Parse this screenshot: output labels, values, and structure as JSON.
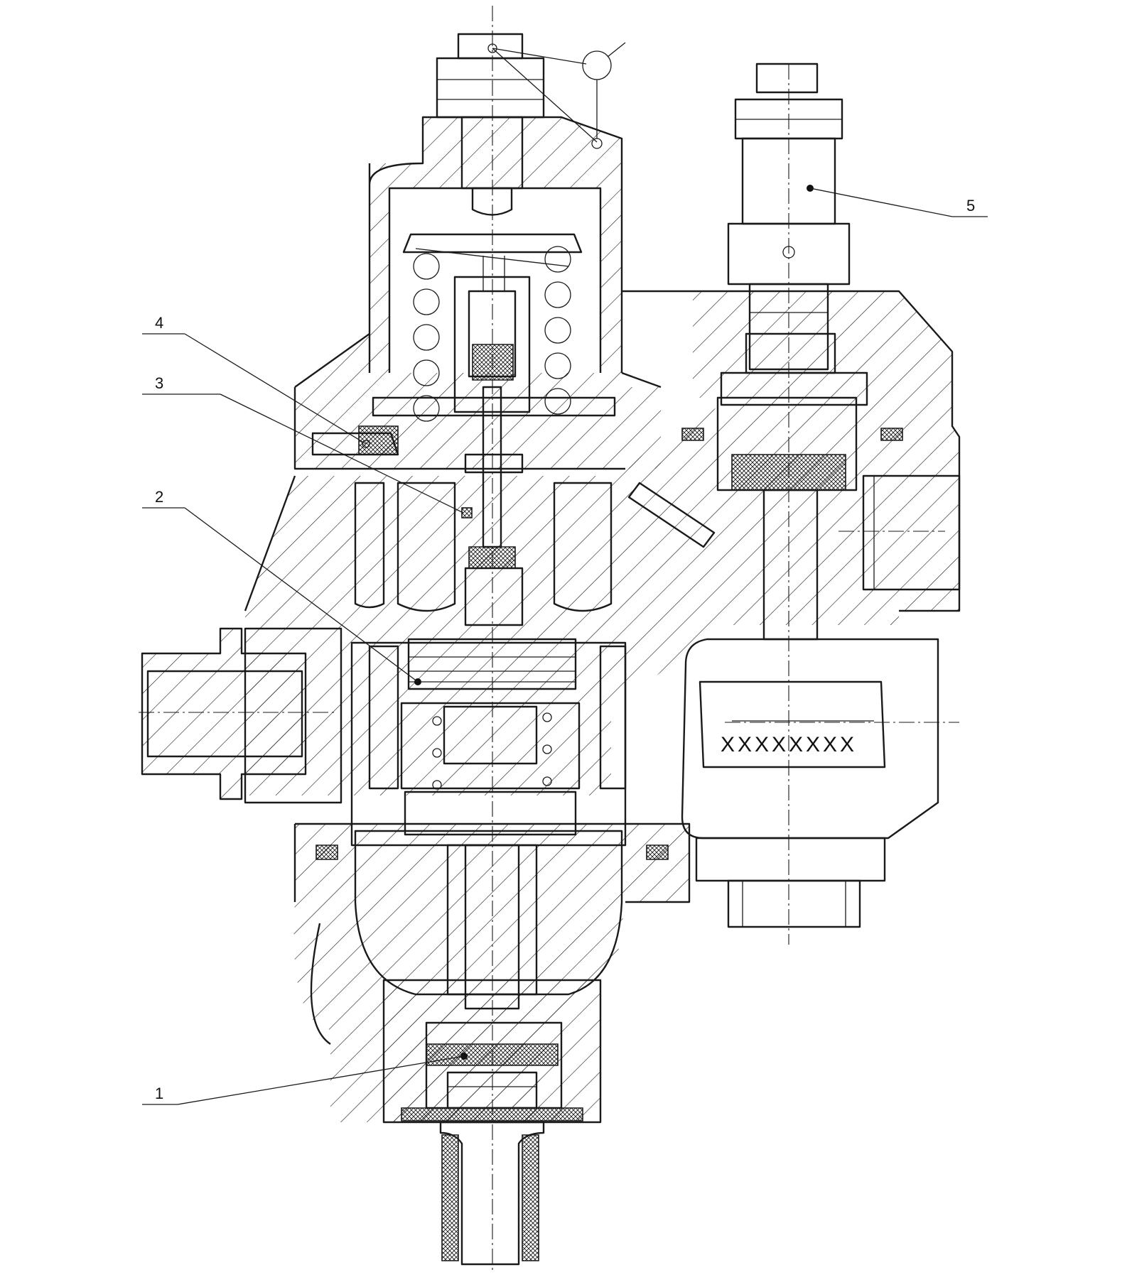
{
  "drawing": {
    "marking_text": "XXXXXXXX",
    "callouts": [
      {
        "number": "1"
      },
      {
        "number": "2"
      },
      {
        "number": "3"
      },
      {
        "number": "4"
      },
      {
        "number": "5"
      }
    ]
  },
  "colors": {
    "line": "#1a1a1a",
    "background": "#ffffff"
  }
}
